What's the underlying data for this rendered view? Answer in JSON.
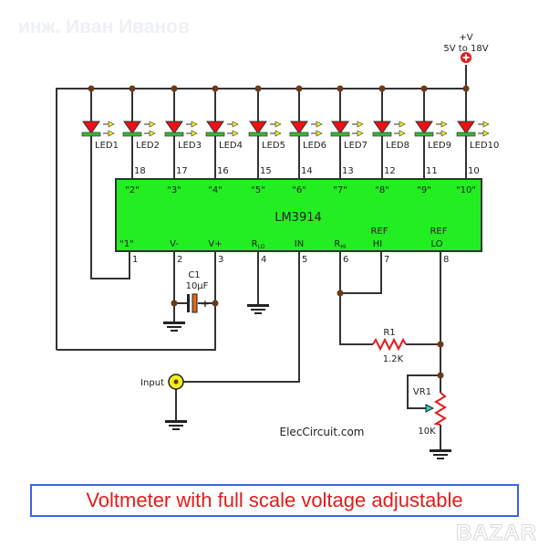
{
  "watermark_top": "инж. Иван Иванов",
  "watermark_bottom": "BAZAR",
  "supply": {
    "label": "+V",
    "range": "5V to 18V"
  },
  "leds": [
    "LED1",
    "LED2",
    "LED3",
    "LED4",
    "LED5",
    "LED6",
    "LED7",
    "LED8",
    "LED9",
    "LED10"
  ],
  "top_pins": [
    "18",
    "17",
    "16",
    "15",
    "14",
    "13",
    "12",
    "11",
    "10"
  ],
  "chip": {
    "name": "LM3914",
    "outputs": [
      "\"2\"",
      "\"3\"",
      "\"4\"",
      "\"5\"",
      "\"6\"",
      "\"7\"",
      "\"8\"",
      "\"9\"",
      "\"10\""
    ],
    "bottom_labels": [
      "\"1\"",
      "V-",
      "V+",
      "R",
      "IN",
      "R",
      "REF HI",
      "REF LO"
    ],
    "rlo_sub": "LO",
    "rhi_sub": "HI",
    "bottom_pins": [
      "1",
      "2",
      "3",
      "4",
      "5",
      "6",
      "7",
      "8"
    ]
  },
  "c1": {
    "name": "C1",
    "value": "10µF",
    "polarity": "+"
  },
  "r1": {
    "name": "R1",
    "value": "1.2K"
  },
  "vr1": {
    "name": "VR1",
    "value": "10K"
  },
  "input_label": "Input",
  "credit": "ElecCircuit.com",
  "title": "Voltmeter with full scale voltage adjustable",
  "colors": {
    "chip": "#22ee22",
    "led": "#ee1111",
    "led_bar": "#33bb33",
    "wire": "#333333",
    "node": "#6b3a1a",
    "title": "#e41b1b",
    "title_border": "#3c64e6",
    "resistor": "#e41b1b",
    "capacitor": "#dd6a1c"
  }
}
